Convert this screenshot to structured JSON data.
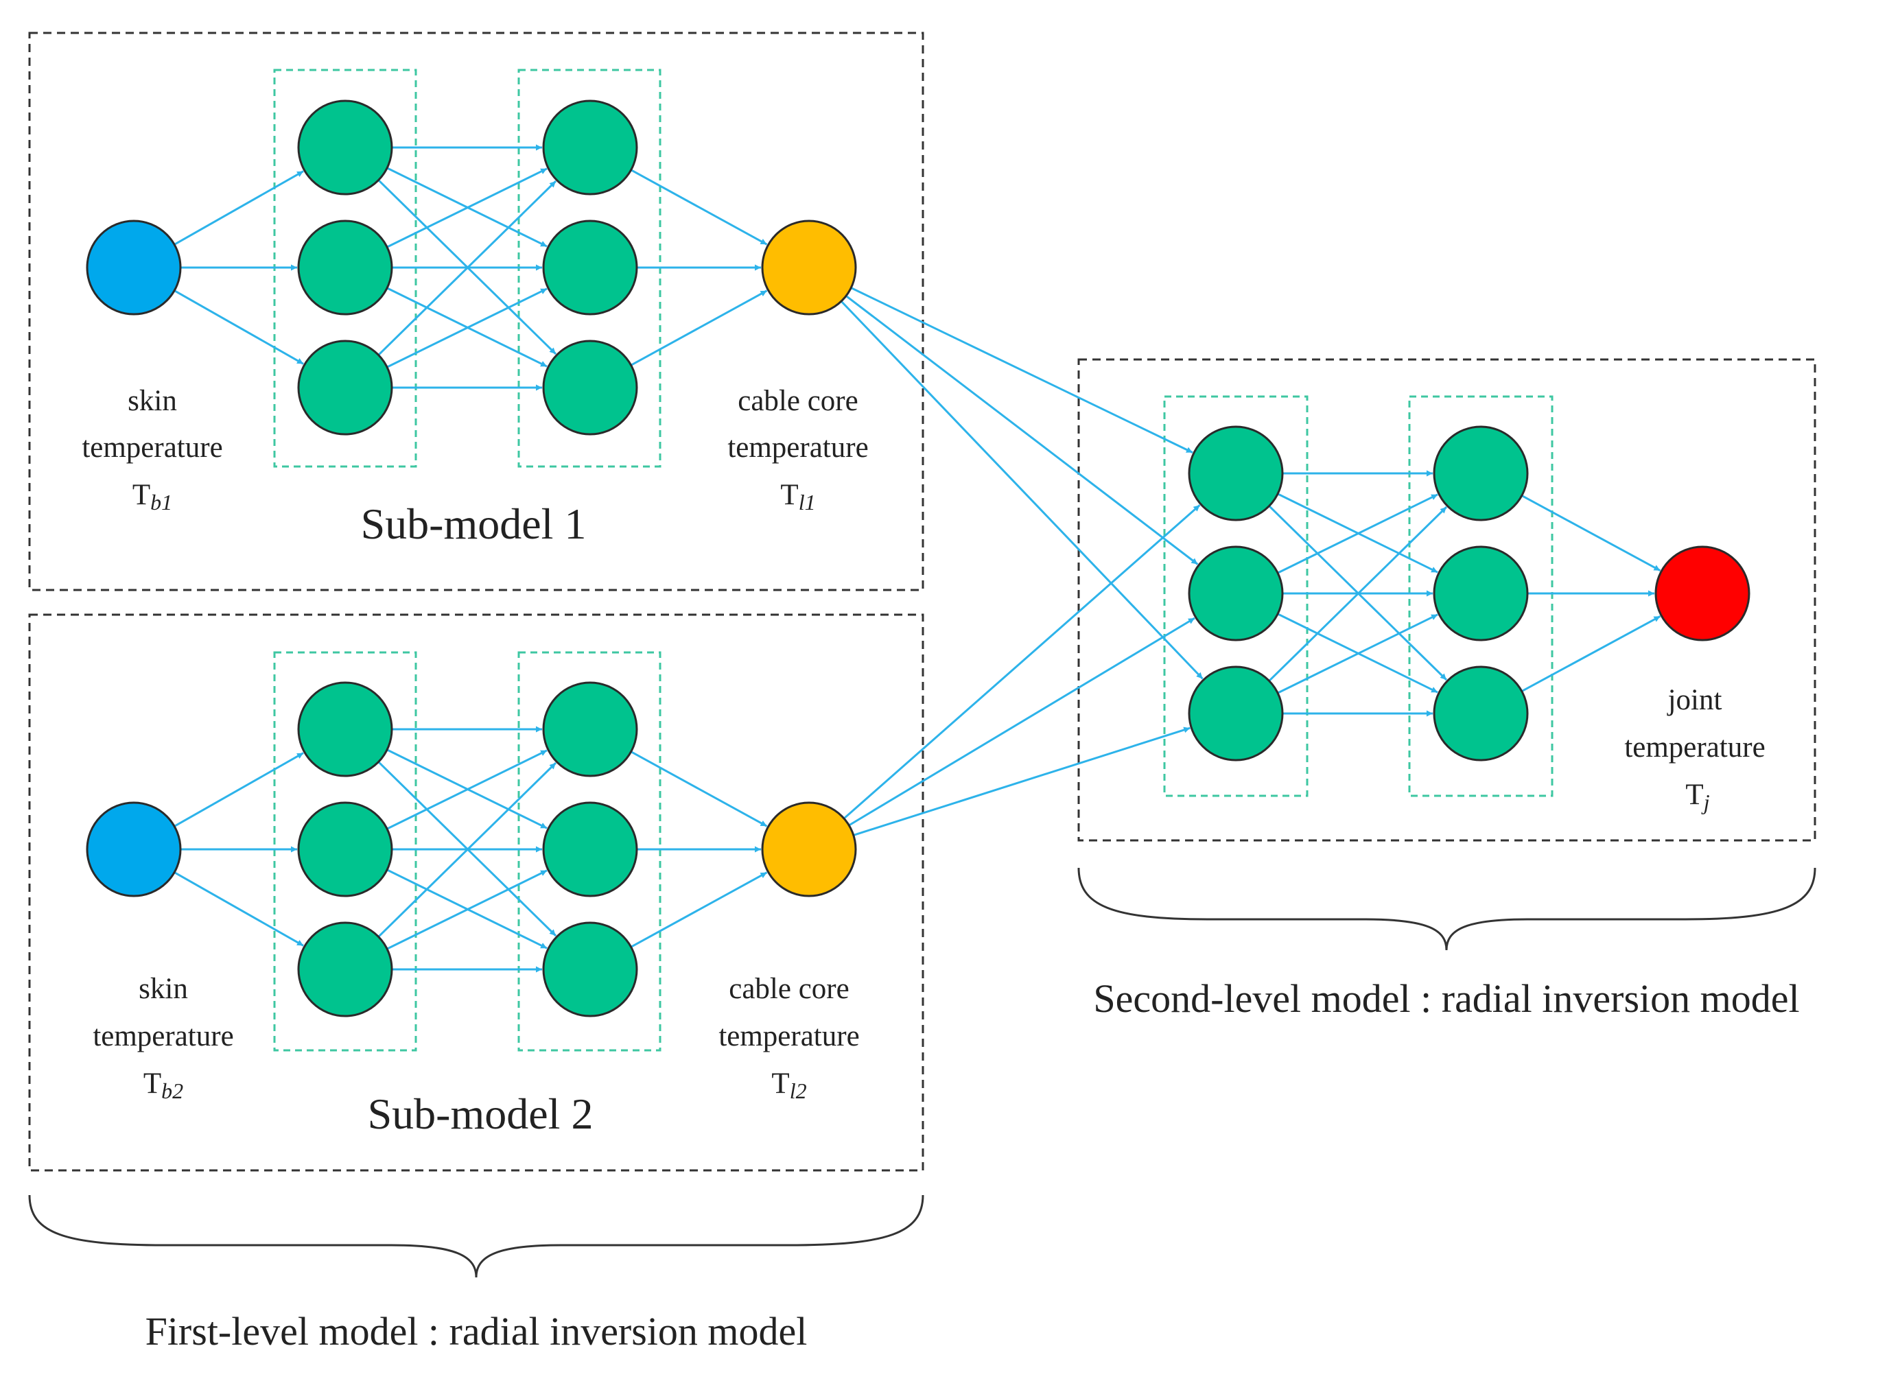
{
  "colors": {
    "connection": "#2db3ea",
    "input_node": "#00a8ec",
    "hidden_node": "#00c38e",
    "intermediate_node": "#ffbd00",
    "output_node": "#ff0000",
    "node_stroke": "#2a2a2a",
    "model_box_border": "#333333",
    "layer_box_border": "#3ec7a2"
  },
  "sub_model_1": {
    "title": "Sub-model 1",
    "input": {
      "line1": "skin",
      "line2": "temperature",
      "sym": "T",
      "sub": "b1"
    },
    "output": {
      "line1": "cable core",
      "line2": "temperature",
      "sym": "T",
      "sub": "l1"
    }
  },
  "sub_model_2": {
    "title": "Sub-model 2",
    "input": {
      "line1": "skin",
      "line2": "temperature",
      "sym": "T",
      "sub": "b2"
    },
    "output": {
      "line1": "cable core",
      "line2": "temperature",
      "sym": "T",
      "sub": "l2"
    }
  },
  "second_level": {
    "output": {
      "line1": "joint",
      "line2": "temperature",
      "sym": "T",
      "sub": "j"
    },
    "caption": "Second-level model : radial inversion model"
  },
  "first_level": {
    "caption": "First-level model : radial inversion model"
  }
}
